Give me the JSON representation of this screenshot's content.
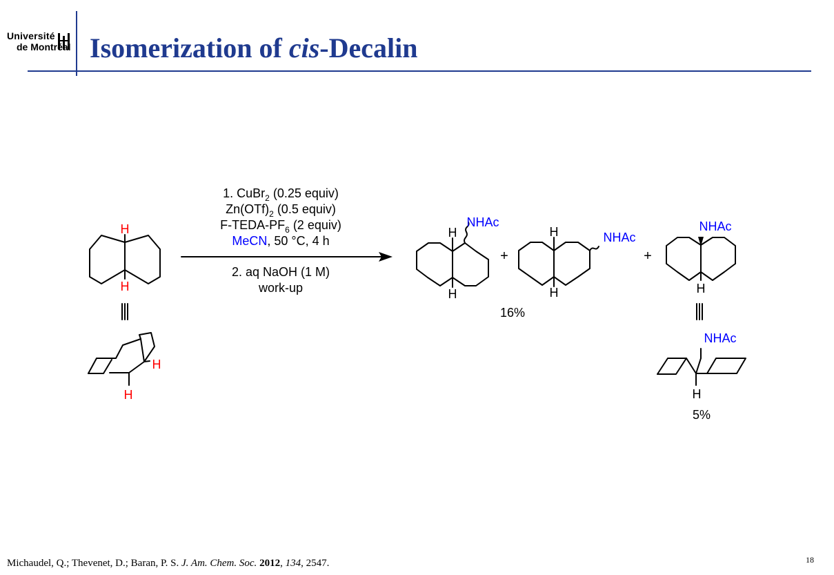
{
  "logo": {
    "line1": "Université",
    "line2": "de Montréal"
  },
  "title": {
    "plain": "Isomerization of ",
    "italic": "cis",
    "rest": "-Decalin"
  },
  "conditions": {
    "line1_text": "1. CuBr",
    "line1_sub": "2",
    "line1_rest": " (0.25 equiv)",
    "line2_text": "Zn(OTf)",
    "line2_sub": "2",
    "line2_rest": " (0.5 equiv)",
    "line3_text": "F-TEDA-PF",
    "line3_sub": "6",
    "line3_rest": " (2 equiv)",
    "line4_colored": "MeCN",
    "line4_rest": ", 50 °C, 4 h",
    "line5": "2. aq NaOH (1 M)",
    "line6": "work-up"
  },
  "labels": {
    "h": "H",
    "nhac": "NHAc",
    "plus": "+",
    "yield_major": "16%",
    "yield_minor": "5%"
  },
  "colors": {
    "title": "#1f3a8f",
    "hydrogen": "#ff0000",
    "nhac": "#0000ff",
    "solvent": "#0000ff"
  },
  "citation": {
    "authors": "Michaudel, Q.; Thevenet, D.; Baran, P. S. ",
    "journal": "J. Am. Chem. Soc.",
    "year": "2012",
    "volume": "134",
    "pages": ", 2547."
  },
  "page_number": "18"
}
